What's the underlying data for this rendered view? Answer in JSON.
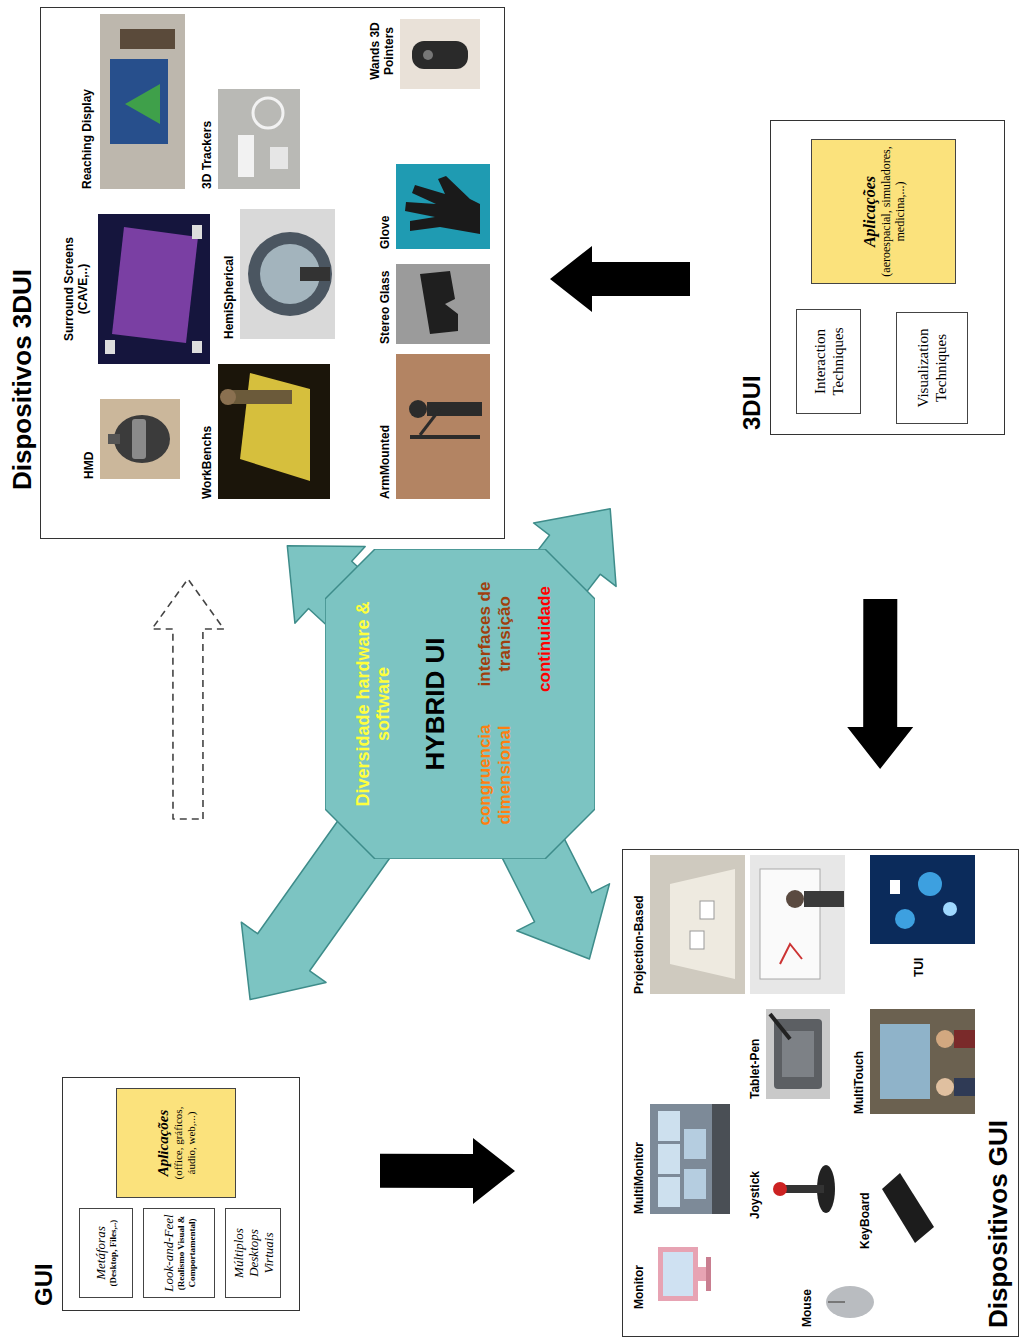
{
  "diagram": {
    "nodes": [
      {
        "text": [
          "GUI"
        ]
      },
      {
        "text": [
          "Metáforas",
          "(Desktop, Files,..)"
        ],
        "in": 0
      },
      {
        "text": [
          "Look-and-Feel",
          "(Realismo Visual & Comportamental)"
        ],
        "in": 0
      },
      {
        "text": [
          "Múltiplos Desktops Virtuais"
        ],
        "in": 0
      },
      {
        "text": [
          "Aplicações",
          "(office, gráficos, áudio, web,...)"
        ],
        "in": 0
      },
      {
        "text": [
          "Dispositivos 3DUI"
        ]
      },
      {
        "text": [
          "Diversidade hardware & software",
          "HYBRID UI",
          "congruencia dimensional",
          "interfaces de transição",
          "continuidade"
        ]
      },
      {
        "text": [
          "Dispositivos GUI"
        ]
      },
      {
        "text": [
          "3DUI"
        ]
      },
      {
        "text": [
          "Interaction Techniques"
        ],
        "in": 8
      },
      {
        "text": [
          "Visualization Techniques"
        ],
        "in": 8
      },
      {
        "text": [
          "Aplicações",
          "(aeroespacial, simuladores, medicina,...)"
        ],
        "in": 8
      }
    ],
    "edges": [
      {
        "from": 0,
        "to": 7,
        "arrow": "to"
      },
      {
        "from": 8,
        "to": 5,
        "arrow": "to"
      },
      {
        "from": 8,
        "to": 7,
        "arrow": "to"
      },
      {
        "from": 0,
        "to": 5,
        "arrow": "to"
      },
      {
        "from": 6,
        "to": 0,
        "arrow": "to"
      },
      {
        "from": 6,
        "to": 5,
        "arrow": "to"
      },
      {
        "from": 6,
        "to": 8,
        "arrow": "to"
      },
      {
        "from": 6,
        "to": 7,
        "arrow": "to"
      }
    ],
    "labels": [
      "HMD",
      "Surround Screens (CAVE,..)",
      "Reaching Display",
      "WorkBenchs",
      "HemiSpherical",
      "3D Trackers",
      "ArmMounted",
      "Stereo Glass",
      "Glove",
      "Wands 3D Pointers",
      "Monitor",
      "MultiMonitor",
      "Projection-Based",
      "Joystick",
      "Tablet-Pen",
      "Mouse",
      "KeyBoard",
      "MultiTouch",
      "TUI"
    ]
  }
}
